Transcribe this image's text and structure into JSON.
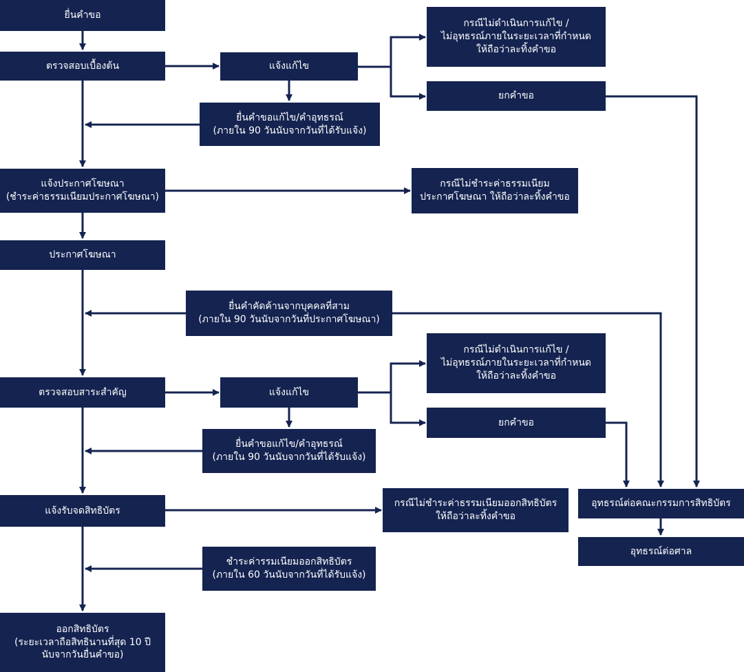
{
  "nodes": {
    "submit": {
      "lines": [
        "ยื่นคำขอ"
      ]
    },
    "prelim_check": {
      "lines": [
        "ตรวจสอบเบื้องต้น"
      ]
    },
    "notify_fix_1": {
      "lines": [
        "แจ้งแก้ไข"
      ]
    },
    "no_action_1": {
      "lines": [
        "กรณีไม่ดำเนินการแก้ไข /",
        "ไม่อุทธรณ์ภายในระยะเวลาที่กำหนด",
        "ให้ถือว่าละทิ้งคำขอ"
      ]
    },
    "reject_1": {
      "lines": [
        "ยกคำขอ"
      ]
    },
    "fix_appeal_1": {
      "lines": [
        "ยื่นคำขอแก้ไข/คำอุทธรณ์",
        "(ภายใน 90 วันนับจากวันที่ได้รับแจ้ง)"
      ]
    },
    "notify_publish": {
      "lines": [
        "แจ้งประกาศโฆษณา",
        "(ชำระค่าธรรมเนียมประกาศโฆษณา)"
      ]
    },
    "no_pay_publish": {
      "lines": [
        "กรณีไม่ชำระค่าธรรมเนียม",
        "ประกาศโฆษณา ให้ถือว่าละทิ้งคำขอ"
      ]
    },
    "publish": {
      "lines": [
        "ประกาศโฆษณา"
      ]
    },
    "opposition": {
      "lines": [
        "ยื่นคำคัดค้านจากบุคคลที่สาม",
        "(ภายใน 90 วันนับจากวันที่ประกาศโฆษณา)"
      ]
    },
    "substantive_check": {
      "lines": [
        "ตรวจสอบสาระสำคัญ"
      ]
    },
    "notify_fix_2": {
      "lines": [
        "แจ้งแก้ไข"
      ]
    },
    "no_action_2": {
      "lines": [
        "กรณีไม่ดำเนินการแก้ไข /",
        "ไม่อุทธรณ์ภายในระยะเวลาที่กำหนด",
        "ให้ถือว่าละทิ้งคำขอ"
      ]
    },
    "reject_2": {
      "lines": [
        "ยกคำขอ"
      ]
    },
    "fix_appeal_2": {
      "lines": [
        "ยื่นคำขอแก้ไข/คำอุทธรณ์",
        "(ภายใน 90 วันนับจากวันที่ได้รับแจ้ง)"
      ]
    },
    "notify_register": {
      "lines": [
        "แจ้งรับจดสิทธิบัตร"
      ]
    },
    "no_pay_issue": {
      "lines": [
        "กรณีไม่ชำระค่าธรรมเนียมออกสิทธิบัตร",
        "ให้ถือว่าละทิ้งคำขอ"
      ]
    },
    "pay_issue": {
      "lines": [
        "ชำระค่ารรมเนียมออกสิทธิบัตร",
        "(ภายใน 60 วันนับจากวันที่ได้รับแจ้ง)"
      ]
    },
    "issue_patent": {
      "lines": [
        "ออกสิทธิบัตร",
        "(ระยะเวลาถือสิทธินานที่สุด 10 ปี",
        "นับจากวันยื่นคำขอ)"
      ]
    },
    "appeal_board": {
      "lines": [
        "อุทธรณ์ต่อคณะกรรมการสิทธิบัตร"
      ]
    },
    "appeal_court": {
      "lines": [
        "อุทธรณ์ต่อศาล"
      ]
    }
  },
  "colors": {
    "box": "#142350",
    "text": "#ffffff",
    "line": "#142350"
  }
}
